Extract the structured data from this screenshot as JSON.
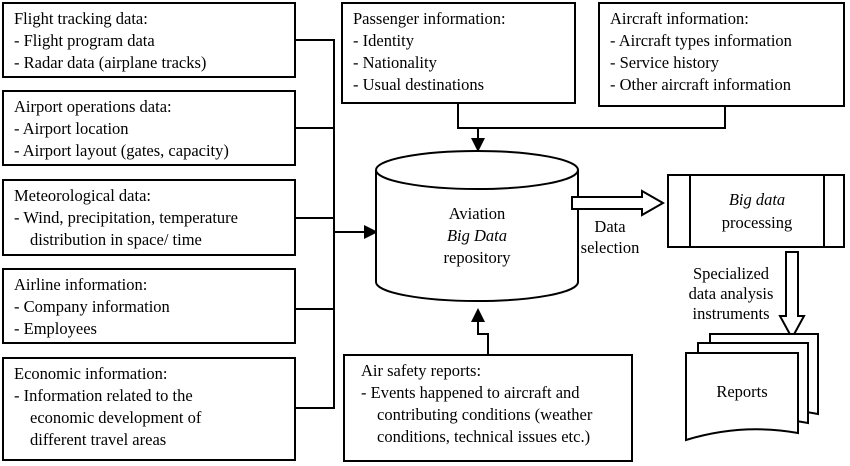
{
  "left_boxes": {
    "flight": {
      "title": "Flight tracking data:",
      "items": [
        "-  Flight program data",
        "-  Radar data (airplane tracks)"
      ]
    },
    "airport": {
      "title": "Airport operations data:",
      "items": [
        "-  Airport location",
        "-  Airport layout (gates, capacity)"
      ]
    },
    "meteo": {
      "title": "Meteorological data:",
      "items": [
        "-  Wind, precipitation, temperature distribution in space/ time"
      ]
    },
    "airline": {
      "title": "Airline information:",
      "items": [
        "-  Company information",
        "-  Employees"
      ]
    },
    "economic": {
      "title": "Economic information:",
      "items": [
        "-  Information related to the economic development of different travel areas"
      ]
    }
  },
  "passenger": {
    "title": "Passenger information:",
    "items": [
      "-  Identity",
      "-  Nationality",
      "-  Usual destinations"
    ]
  },
  "aircraft": {
    "title": "Aircraft information:",
    "items": [
      "-  Aircraft types information",
      "-  Service history",
      "-  Other aircraft information"
    ]
  },
  "repository": {
    "line1": "Aviation",
    "line2": "Big Data",
    "line3": "repository"
  },
  "selection": {
    "line1": "Data",
    "line2": "selection"
  },
  "processing": {
    "line1": "Big data",
    "line2": "processing"
  },
  "instruments": {
    "line1": "Specialized",
    "line2": "data analysis",
    "line3": "instruments"
  },
  "reports": {
    "label": "Reports"
  },
  "safety": {
    "title": "Air safety reports:",
    "items": [
      "-  Events happened to aircraft and contributing conditions (weather conditions, technical issues etc.)"
    ]
  }
}
